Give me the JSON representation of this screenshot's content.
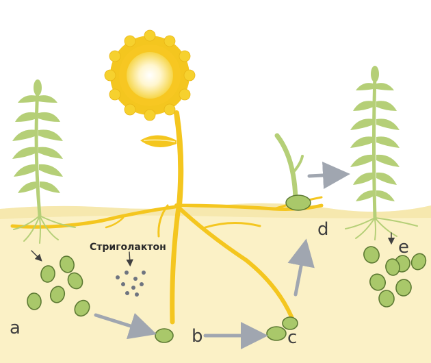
{
  "diagram": {
    "labels": {
      "a": "a",
      "b": "b",
      "c": "c",
      "d": "d",
      "e": "e",
      "strigolactone": "Стриголактон"
    },
    "colors": {
      "sky": "#ffffff",
      "soil": "#fbf1c6",
      "soil_surface": "#f5e6a8",
      "sunflower_yellow": "#f4c61f",
      "sunflower_center": "#fffbe6",
      "host_plant_green": "#b5cf77",
      "seed_green": "#a9c86a",
      "seed_outline": "#5d7a33",
      "arrow_gray": "#a0a6b0",
      "dot_gray": "#6e7480",
      "label_text": "#3f3f3f"
    },
    "icons": [
      "sunflower-icon",
      "broomrape-plant-icon",
      "seed-icon",
      "arrow-icon",
      "germinating-seedling-icon"
    ]
  }
}
